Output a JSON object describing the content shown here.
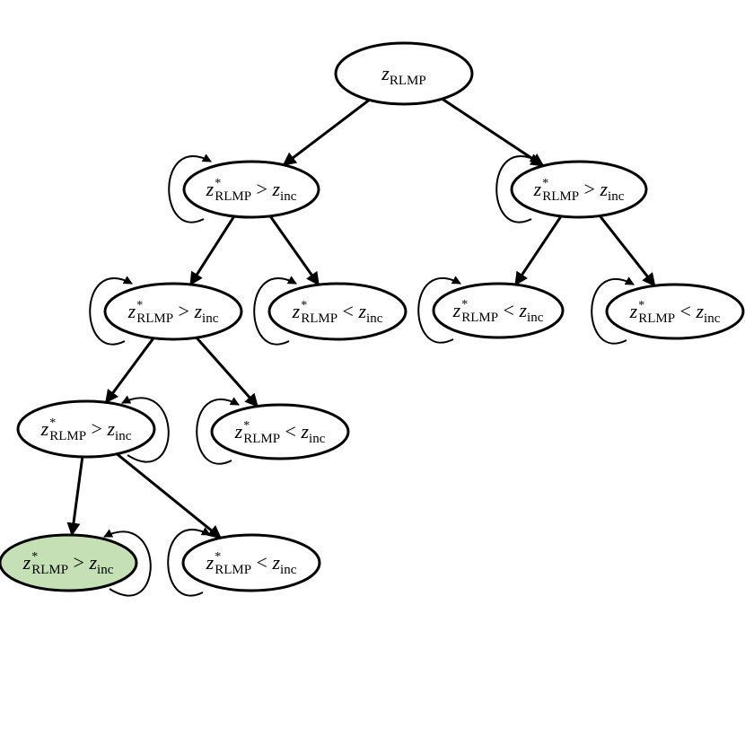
{
  "diagram": {
    "root": {
      "var": "z",
      "sub": "RLMP"
    },
    "condition_greater": {
      "lhs_var": "z",
      "lhs_sup": "*",
      "lhs_sub": "RLMP",
      "op": ">",
      "rhs_var": "z",
      "rhs_sub": "inc"
    },
    "condition_less": {
      "lhs_var": "z",
      "lhs_sup": "*",
      "lhs_sub": "RLMP",
      "op": "<",
      "rhs_var": "z",
      "rhs_sub": "inc"
    },
    "colors": {
      "node_fill": "#ffffff",
      "highlight_fill": "#c5e0b4",
      "stroke": "#000000"
    },
    "nodes": [
      {
        "id": "root",
        "kind": "root",
        "highlight": false
      },
      {
        "id": "n1",
        "kind": "greater",
        "highlight": false
      },
      {
        "id": "n2",
        "kind": "greater",
        "highlight": false
      },
      {
        "id": "n3",
        "kind": "greater",
        "highlight": false
      },
      {
        "id": "n4",
        "kind": "less",
        "highlight": false
      },
      {
        "id": "n5",
        "kind": "less",
        "highlight": false
      },
      {
        "id": "n6",
        "kind": "less",
        "highlight": false
      },
      {
        "id": "n7",
        "kind": "greater",
        "highlight": false
      },
      {
        "id": "n8",
        "kind": "less",
        "highlight": false
      },
      {
        "id": "n9",
        "kind": "greater",
        "highlight": true
      },
      {
        "id": "n10",
        "kind": "less",
        "highlight": false
      }
    ],
    "edges": [
      [
        "root",
        "n1"
      ],
      [
        "root",
        "n2"
      ],
      [
        "n1",
        "n3"
      ],
      [
        "n1",
        "n4"
      ],
      [
        "n2",
        "n5"
      ],
      [
        "n2",
        "n6"
      ],
      [
        "n3",
        "n7"
      ],
      [
        "n3",
        "n8"
      ],
      [
        "n7",
        "n9"
      ],
      [
        "n7",
        "n10"
      ]
    ],
    "self_loops": [
      "n1",
      "n2",
      "n3",
      "n4",
      "n5",
      "n6",
      "n7",
      "n8",
      "n9",
      "n10"
    ]
  }
}
